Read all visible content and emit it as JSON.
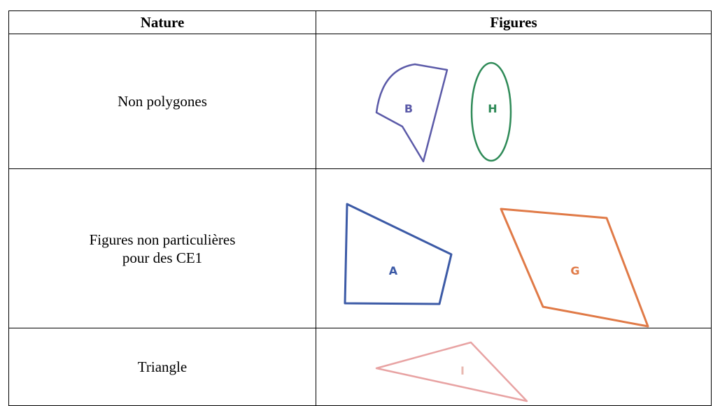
{
  "table": {
    "headers": {
      "nature": "Nature",
      "figures": "Figures"
    },
    "rows": [
      {
        "nature": "Non polygones",
        "figures": [
          {
            "label": "B",
            "color": "#5b5aa8"
          },
          {
            "label": "H",
            "color": "#2e8a57"
          }
        ]
      },
      {
        "nature_lines": [
          "Figures non particulières",
          "pour des CE1"
        ],
        "figures": [
          {
            "label": "A",
            "color": "#3c5aa6"
          },
          {
            "label": "G",
            "color": "#e07a47"
          }
        ]
      },
      {
        "nature": "Triangle",
        "figures": [
          {
            "label": "I",
            "color": "#e8a3a3"
          }
        ]
      }
    ]
  }
}
